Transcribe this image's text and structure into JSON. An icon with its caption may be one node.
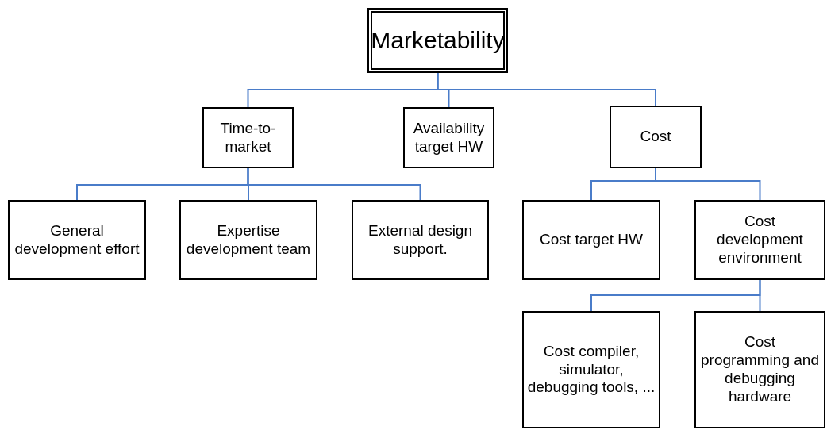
{
  "diagram": {
    "nodes": [
      {
        "text": [
          "Marketability"
        ]
      },
      {
        "text": [
          "Time-to-market"
        ]
      },
      {
        "text": [
          "Availability target HW"
        ]
      },
      {
        "text": [
          "Cost"
        ]
      },
      {
        "text": [
          "General development effort"
        ]
      },
      {
        "text": [
          "Expertise development team"
        ]
      },
      {
        "text": [
          "External design support."
        ]
      },
      {
        "text": [
          "Cost target HW"
        ]
      },
      {
        "text": [
          "Cost development environment"
        ]
      },
      {
        "text": [
          "Cost compiler, simulator, debugging tools, ..."
        ]
      },
      {
        "text": [
          "Cost programming and debugging hardware"
        ]
      }
    ],
    "edges": [
      {
        "from": 0,
        "to": 1,
        "arrow": "none"
      },
      {
        "from": 0,
        "to": 2,
        "arrow": "none"
      },
      {
        "from": 0,
        "to": 3,
        "arrow": "none"
      },
      {
        "from": 1,
        "to": 4,
        "arrow": "none"
      },
      {
        "from": 1,
        "to": 5,
        "arrow": "none"
      },
      {
        "from": 1,
        "to": 6,
        "arrow": "none"
      },
      {
        "from": 3,
        "to": 7,
        "arrow": "none"
      },
      {
        "from": 3,
        "to": 8,
        "arrow": "none"
      },
      {
        "from": 8,
        "to": 9,
        "arrow": "none"
      },
      {
        "from": 8,
        "to": 10,
        "arrow": "none"
      }
    ]
  }
}
